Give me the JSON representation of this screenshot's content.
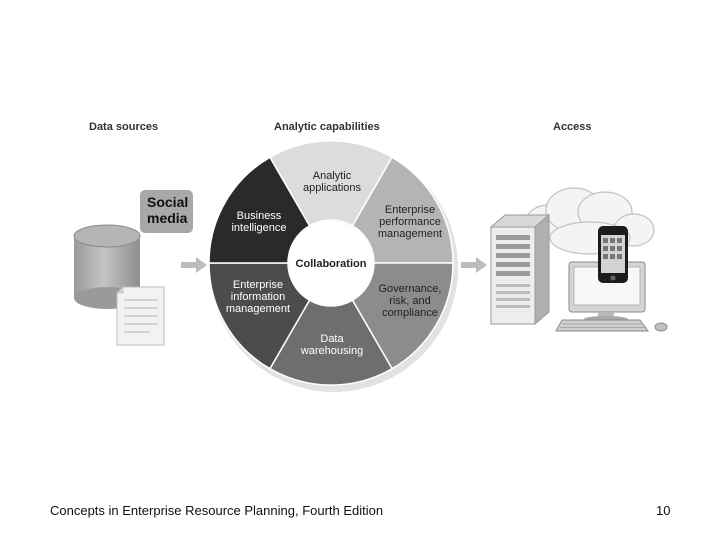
{
  "headers": {
    "data_sources": "Data sources",
    "analytic_capabilities": "Analytic capabilities",
    "access": "Access"
  },
  "data_sources": {
    "social_media_line1": "Social",
    "social_media_line2": "media"
  },
  "wheel": {
    "center": "Collaboration",
    "segments": [
      {
        "line1": "Analytic",
        "line2": "applications",
        "line3": ""
      },
      {
        "line1": "Enterprise",
        "line2": "performance",
        "line3": "management"
      },
      {
        "line1": "Governance,",
        "line2": "risk, and",
        "line3": "compliance"
      },
      {
        "line1": "Data",
        "line2": "warehousing",
        "line3": ""
      },
      {
        "line1": "Enterprise",
        "line2": "information",
        "line3": "management"
      },
      {
        "line1": "Business",
        "line2": "intelligence",
        "line3": ""
      }
    ]
  },
  "colors": {
    "analytic_applications": "#dcdcdc",
    "enterprise_performance": "#b4b4b4",
    "governance": "#8c8c8c",
    "data_warehousing": "#6e6e6e",
    "enterprise_information": "#4c4c4c",
    "business_intelligence": "#2a2a2a"
  },
  "footer": {
    "text": "Concepts in Enterprise Resource Planning, Fourth Edition",
    "page": "10"
  }
}
